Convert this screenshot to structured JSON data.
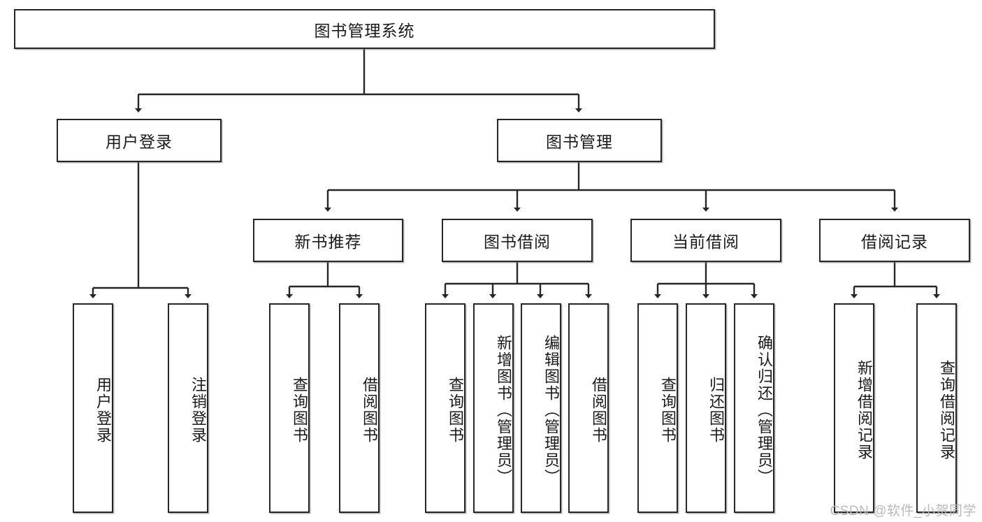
{
  "diagram": {
    "type": "tree",
    "title": "图书管理系统",
    "root": {
      "label": "图书管理系统"
    },
    "level2": [
      {
        "label": "用户登录"
      },
      {
        "label": "图书管理"
      }
    ],
    "level3": [
      {
        "label": "新书推荐"
      },
      {
        "label": "图书借阅"
      },
      {
        "label": "当前借阅"
      },
      {
        "label": "借阅记录"
      }
    ],
    "leaves": {
      "user_login": [
        {
          "label": "用户登录"
        },
        {
          "label": "注销登录"
        }
      ],
      "new_book_recommend": [
        {
          "label": "查询图书"
        },
        {
          "label": "借阅图书"
        }
      ],
      "book_borrow": [
        {
          "label": "查询图书"
        },
        {
          "label": "新增图书（管理员）"
        },
        {
          "label": "编辑图书（管理员）"
        },
        {
          "label": "借阅图书"
        }
      ],
      "current_borrow": [
        {
          "label": "查询图书"
        },
        {
          "label": "归还图书"
        },
        {
          "label": "确认归还（管理员）"
        }
      ],
      "borrow_record": [
        {
          "label": "新增借阅记录"
        },
        {
          "label": "查询借阅记录"
        }
      ]
    }
  },
  "watermark": {
    "text": "CSDN @软件_小贺同学"
  },
  "colors": {
    "line": "#262626",
    "box_border": "#262626",
    "background": "#ffffff",
    "text": "#1a1a1a",
    "watermark": "#b9b9b9"
  }
}
